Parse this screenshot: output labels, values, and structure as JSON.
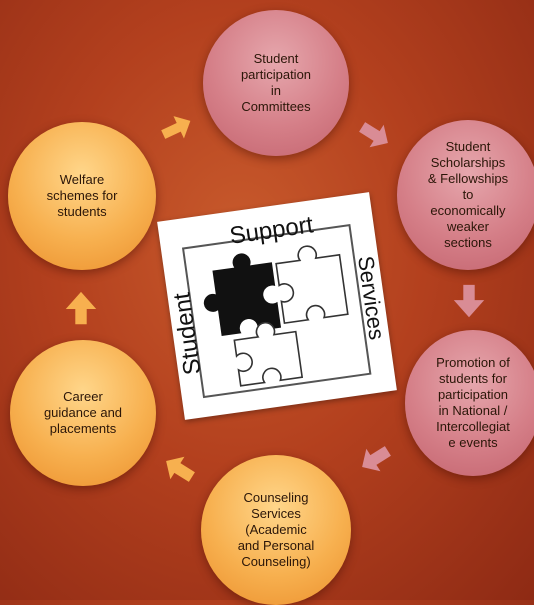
{
  "nodes": [
    {
      "id": "committees",
      "label": "Student\nparticipation\nin\nCommittees",
      "color": "pink"
    },
    {
      "id": "scholarships",
      "label": "Student\nScholarships\n& Fellowships\nto\neconomically\nweaker\nsections",
      "color": "pink"
    },
    {
      "id": "promotion",
      "label": "Promotion of\nstudents for\nparticipation\nin National /\nIntercollegiat\ne events",
      "color": "pink"
    },
    {
      "id": "counseling",
      "label": "Counseling\nServices\n(Academic\nand Personal\nCounseling)",
      "color": "orange"
    },
    {
      "id": "career",
      "label": "Career\nguidance and\nplacements",
      "color": "orange"
    },
    {
      "id": "welfare",
      "label": "Welfare\nschemes for\nstudents",
      "color": "orange"
    }
  ],
  "center_logo": {
    "word_top": "Support",
    "word_left": "Student",
    "word_right": "Services"
  },
  "colors": {
    "pink_arrow": "#d98c95",
    "orange_arrow": "#f7b04f"
  }
}
